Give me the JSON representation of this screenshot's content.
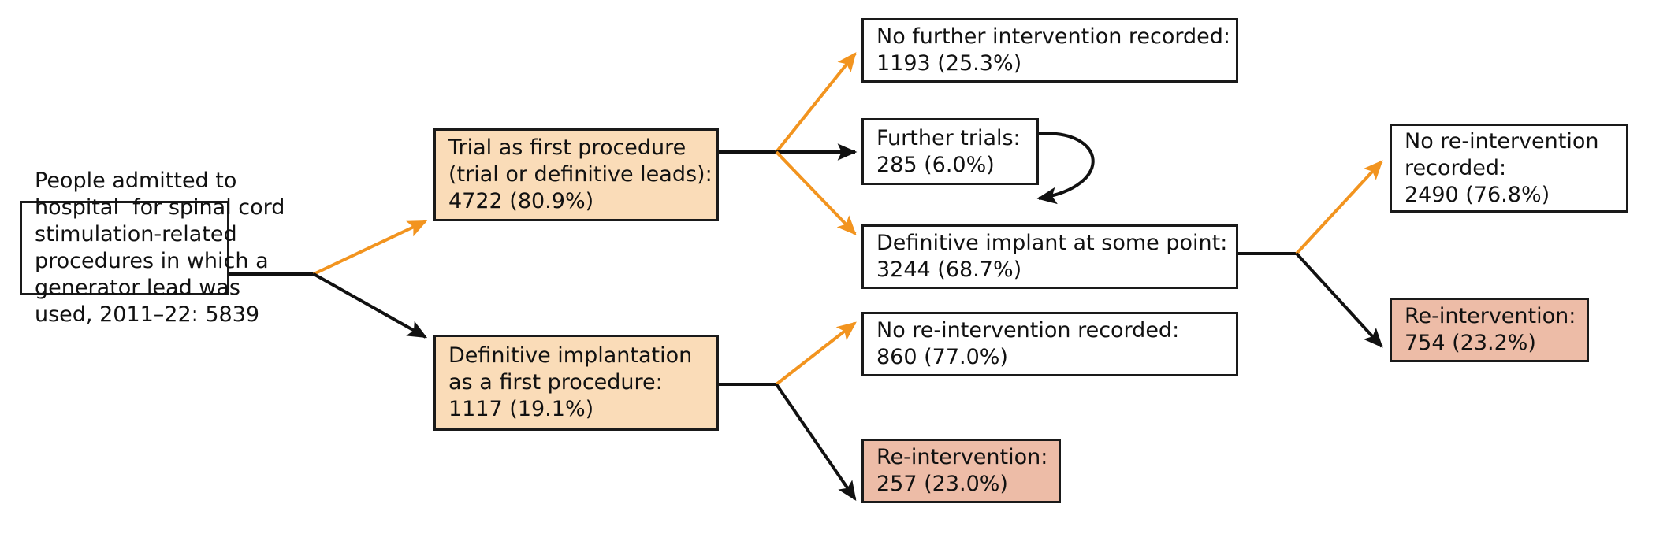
{
  "figure": {
    "type": "flowchart",
    "orientation": "left-to-right",
    "colors": {
      "orange_fill": "#FADCB8",
      "pink_fill": "#EDBCA7",
      "white_fill": "#FFFFFF",
      "border": "#1A1A1A",
      "arrow_positive": "#F2941F",
      "arrow_negative": "#111111"
    }
  },
  "nodes": {
    "cohort": {
      "id": "cohort",
      "style": "white",
      "lines": [
        "People admitted to",
        "hospital  for spinal cord",
        "stimulation-related",
        "procedures in which a",
        "generator lead was",
        "used, 2011–22: 5839"
      ],
      "count": "5839",
      "period": "2011–22"
    },
    "trial_first": {
      "id": "trial-first-procedure",
      "style": "orange",
      "lines": [
        "Trial as first procedure",
        "(trial or definitive leads):",
        "4722 (80.9%)"
      ],
      "count": "4722",
      "percent": "80.9%"
    },
    "definitive_first": {
      "id": "definitive-implantation-first-procedure",
      "style": "orange",
      "lines": [
        "Definitive implantation",
        "as a first procedure:",
        "1117 (19.1%)"
      ],
      "count": "1117",
      "percent": "19.1%"
    },
    "no_further_intervention": {
      "id": "no-further-intervention-recorded",
      "style": "white",
      "lines": [
        "No further intervention recorded:",
        "1193 (25.3%)"
      ],
      "count": "1193",
      "percent": "25.3%"
    },
    "further_trials": {
      "id": "further-trials",
      "style": "white",
      "lines": [
        "Further trials:",
        "285 (6.0%)"
      ],
      "count": "285",
      "percent": "6.0%"
    },
    "definitive_implant_some_point": {
      "id": "definitive-implant-at-some-point",
      "style": "white",
      "lines": [
        "Definitive implant at some point:",
        "3244 (68.7%)"
      ],
      "count": "3244",
      "percent": "68.7%"
    },
    "no_reintervention_860": {
      "id": "no-re-intervention-recorded-860",
      "style": "white",
      "lines": [
        "No re-intervention recorded:",
        "860 (77.0%)"
      ],
      "count": "860",
      "percent": "77.0%"
    },
    "reintervention_257": {
      "id": "re-intervention-257",
      "style": "pink",
      "lines": [
        "Re-intervention:",
        "257 (23.0%)"
      ],
      "count": "257",
      "percent": "23.0%"
    },
    "no_reintervention_2490": {
      "id": "no-re-intervention-recorded-2490",
      "style": "white",
      "lines": [
        "No re-intervention",
        "recorded:",
        "2490 (76.8%)"
      ],
      "count": "2490",
      "percent": "76.8%"
    },
    "reintervention_754": {
      "id": "re-intervention-754",
      "style": "pink",
      "lines": [
        "Re-intervention:",
        "754 (23.2%)"
      ],
      "count": "754",
      "percent": "23.2%"
    }
  },
  "edges": [
    {
      "from": "cohort",
      "to": "trial_first",
      "color": "orange"
    },
    {
      "from": "cohort",
      "to": "definitive_first",
      "color": "black"
    },
    {
      "from": "trial_first",
      "to": "no_further_intervention",
      "color": "orange"
    },
    {
      "from": "trial_first",
      "to": "further_trials",
      "color": "black"
    },
    {
      "from": "trial_first",
      "to": "definitive_implant_some_point",
      "color": "orange"
    },
    {
      "from": "further_trials",
      "to": "further_trials",
      "color": "black",
      "shape": "self-loop"
    },
    {
      "from": "definitive_first",
      "to": "no_reintervention_860",
      "color": "orange"
    },
    {
      "from": "definitive_first",
      "to": "reintervention_257",
      "color": "black"
    },
    {
      "from": "definitive_implant_some_point",
      "to": "no_reintervention_2490",
      "color": "orange"
    },
    {
      "from": "definitive_implant_some_point",
      "to": "reintervention_754",
      "color": "black"
    }
  ]
}
